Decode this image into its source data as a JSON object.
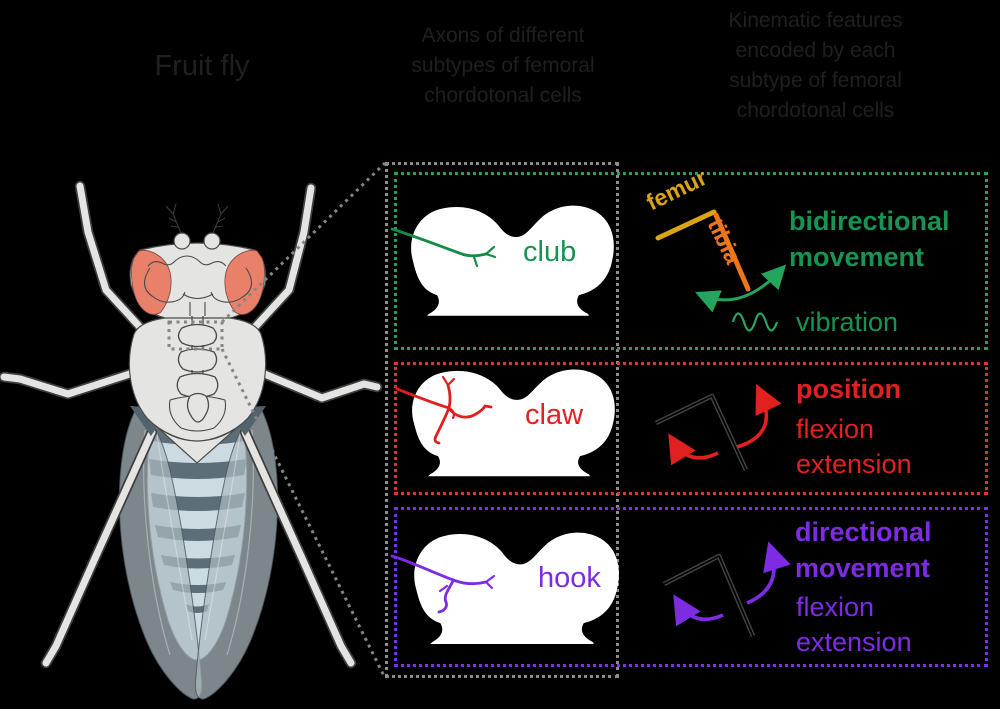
{
  "title": {
    "fly_label": "Fruit fly"
  },
  "headers": {
    "axons": "Axons of different\nsubtypes of femoral\nchordotonal cells",
    "kinematics": "Kinematic features\nencoded by each\nsubtype of femoral\nchordotonal cells"
  },
  "joint": {
    "femur_label": "femur",
    "tibia_label": "tibia"
  },
  "panels": [
    {
      "subtype": "club",
      "bold_feature": "bidirectional\nmovement",
      "extra_feature": "vibration",
      "accent": "#179453"
    },
    {
      "subtype": "claw",
      "bold_feature": "position",
      "extra_feature": "flexion\nextension",
      "accent": "#e02120"
    },
    {
      "subtype": "hook",
      "bold_feature": "directional\nmovement",
      "extra_feature": "flexion\nextension",
      "accent": "#7e2ce4"
    }
  ],
  "colors": {
    "background": "#000000",
    "header_text": "#1f1f1f",
    "zoom_outline_gray": "#8c8c8c",
    "club_green": "#179453",
    "claw_red": "#e02120",
    "hook_purple": "#7e2ce4",
    "femur_gold": "#d9a514",
    "tibia_orange": "#ee7518",
    "fly_body": "#e4e4e2",
    "fly_eye": "#e8806a",
    "neuropil_white": "#ffffff"
  }
}
